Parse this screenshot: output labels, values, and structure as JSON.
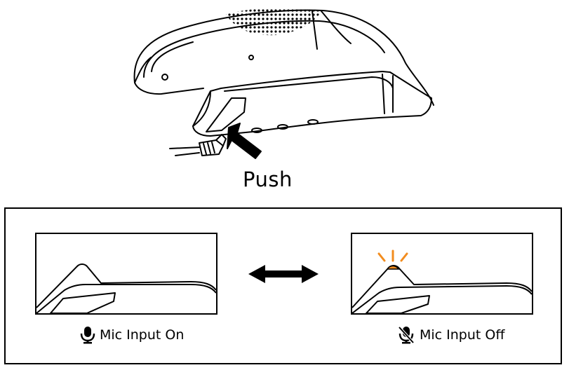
{
  "push_label": "Push",
  "states": {
    "on": {
      "label": "Mic Input On",
      "icon": "microphone-icon"
    },
    "off": {
      "label": "Mic Input Off",
      "icon": "microphone-muted-icon"
    }
  },
  "colors": {
    "indicator_light": "#f28c1e",
    "line": "#000000"
  },
  "icons": {
    "device": "neckband-speaker",
    "press_arrow": "push-arrow-icon",
    "toggle": "double-arrow-icon"
  }
}
